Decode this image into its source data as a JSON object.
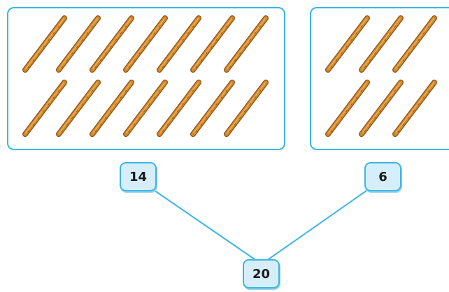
{
  "groups": [
    {
      "id": "left",
      "label": "14",
      "count": 14,
      "rows": 2,
      "per_row": 7
    },
    {
      "id": "right",
      "label": "6",
      "count": 6,
      "rows": 2,
      "per_row": 3
    }
  ],
  "total": {
    "label": "20",
    "value": 20
  },
  "colors": {
    "border": "#3bb6e4",
    "badge_fill": "#d6eef9",
    "stick_body": "#d48a2c",
    "stick_dark": "#8a4f12",
    "stick_light": "#f0b866"
  }
}
